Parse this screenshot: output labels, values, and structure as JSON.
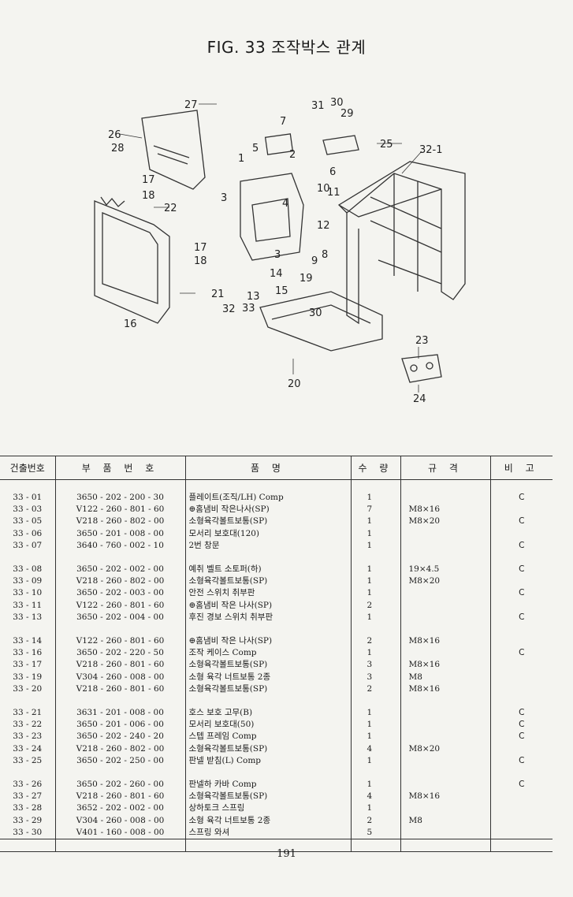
{
  "title": "FIG. 33 조작박스 관계",
  "diagram_labels": [
    "27",
    "26",
    "28",
    "17",
    "18",
    "22",
    "17",
    "18",
    "21",
    "16",
    "1",
    "5",
    "7",
    "3",
    "31",
    "30",
    "29",
    "25",
    "32-1",
    "6",
    "10",
    "11",
    "12",
    "9",
    "8",
    "3",
    "14",
    "13",
    "15",
    "32",
    "33",
    "19",
    "30",
    "20",
    "23",
    "24",
    "2",
    "4"
  ],
  "headers": [
    "건출번호",
    "부 품 번 호",
    "품 명",
    "수 량",
    "규 격",
    "비 고"
  ],
  "groups": [
    [
      {
        "no": "33 - 01",
        "part": "3650 - 202 - 200 - 30",
        "name": "플레이트(조직/LH) Comp",
        "qty": "1",
        "spec": "",
        "note": "C"
      },
      {
        "no": "33 - 03",
        "part": "V122 - 260 - 801 - 60",
        "name": "⊕홈냄비 작은나사(SP)",
        "qty": "7",
        "spec": "M8×16",
        "note": ""
      },
      {
        "no": "33 - 05",
        "part": "V218 - 260 - 802 - 00",
        "name": "소형육각볼트보통(SP)",
        "qty": "1",
        "spec": "M8×20",
        "note": "C"
      },
      {
        "no": "33 - 06",
        "part": "3650 - 201 - 008 - 00",
        "name": "모서리 보호대(120)",
        "qty": "1",
        "spec": "",
        "note": ""
      },
      {
        "no": "33 - 07",
        "part": "3640 - 760 - 002 - 10",
        "name": "2번 창문",
        "qty": "1",
        "spec": "",
        "note": "C"
      }
    ],
    [
      {
        "no": "33 - 08",
        "part": "3650 - 202 - 002 - 00",
        "name": "예취 벨트 소토퍼(하)",
        "qty": "1",
        "spec": "19×4.5",
        "note": "C"
      },
      {
        "no": "33 - 09",
        "part": "V218 - 260 - 802 - 00",
        "name": "소형육각볼트보통(SP)",
        "qty": "1",
        "spec": "M8×20",
        "note": ""
      },
      {
        "no": "33 - 10",
        "part": "3650 - 202 - 003 - 00",
        "name": "안전 스위치 취부판",
        "qty": "1",
        "spec": "",
        "note": "C"
      },
      {
        "no": "33 - 11",
        "part": "V122 - 260 - 801 - 60",
        "name": "⊕홈냄비 작은 나사(SP)",
        "qty": "2",
        "spec": "",
        "note": ""
      },
      {
        "no": "33 - 13",
        "part": "3650 - 202 - 004 - 00",
        "name": "후진 경보 스위치 취부판",
        "qty": "1",
        "spec": "",
        "note": "C"
      }
    ],
    [
      {
        "no": "33 - 14",
        "part": "V122 - 260 - 801 - 60",
        "name": "⊕홈냄비 작은 나사(SP)",
        "qty": "2",
        "spec": "M8×16",
        "note": ""
      },
      {
        "no": "33 - 16",
        "part": "3650 - 202 - 220 - 50",
        "name": "조작 케이스 Comp",
        "qty": "1",
        "spec": "",
        "note": "C"
      },
      {
        "no": "33 - 17",
        "part": "V218 - 260 - 801 - 60",
        "name": "소형육각볼트보통(SP)",
        "qty": "3",
        "spec": "M8×16",
        "note": ""
      },
      {
        "no": "33 - 19",
        "part": "V304 - 260 - 008 - 00",
        "name": "소형 육각 너트보통 2종",
        "qty": "3",
        "spec": "M8",
        "note": ""
      },
      {
        "no": "33 - 20",
        "part": "V218 - 260 - 801 - 60",
        "name": "소형육각볼트보통(SP)",
        "qty": "2",
        "spec": "M8×16",
        "note": ""
      }
    ],
    [
      {
        "no": "33 - 21",
        "part": "3631 - 201 - 008 - 00",
        "name": "호스 보호 고무(B)",
        "qty": "1",
        "spec": "",
        "note": "C"
      },
      {
        "no": "33 - 22",
        "part": "3650 - 201 - 006 - 00",
        "name": "모서리 보호대(50)",
        "qty": "1",
        "spec": "",
        "note": "C"
      },
      {
        "no": "33 - 23",
        "part": "3650 - 202 - 240 - 20",
        "name": "스텝 프레임 Comp",
        "qty": "1",
        "spec": "",
        "note": "C"
      },
      {
        "no": "33 - 24",
        "part": "V218 - 260 - 802 - 00",
        "name": "소형육각볼트보통(SP)",
        "qty": "4",
        "spec": "M8×20",
        "note": ""
      },
      {
        "no": "33 - 25",
        "part": "3650 - 202 - 250 - 00",
        "name": "판넬 받침(L) Comp",
        "qty": "1",
        "spec": "",
        "note": "C"
      }
    ],
    [
      {
        "no": "33 - 26",
        "part": "3650 - 202 - 260 - 00",
        "name": "판넬하 카바 Comp",
        "qty": "1",
        "spec": "",
        "note": "C"
      },
      {
        "no": "33 - 27",
        "part": "V218 - 260 - 801 - 60",
        "name": "소형육각볼트보통(SP)",
        "qty": "4",
        "spec": "M8×16",
        "note": ""
      },
      {
        "no": "33 - 28",
        "part": "3652 - 202 - 002 - 00",
        "name": "상하토크 스프링",
        "qty": "1",
        "spec": "",
        "note": ""
      },
      {
        "no": "33 - 29",
        "part": "V304 - 260 - 008 - 00",
        "name": "소형 육각 너트보통 2종",
        "qty": "2",
        "spec": "M8",
        "note": ""
      },
      {
        "no": "33 - 30",
        "part": "V401 - 160 - 008 - 00",
        "name": "스프링 와셔",
        "qty": "5",
        "spec": "",
        "note": ""
      }
    ]
  ],
  "page_number": "191"
}
